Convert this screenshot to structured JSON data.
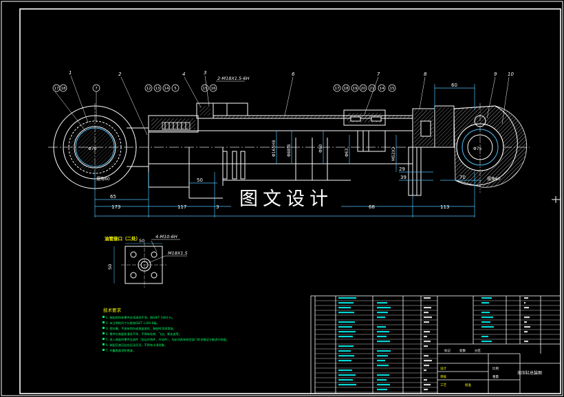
{
  "drawing": {
    "callouts_top": [
      "1",
      "2",
      "4",
      "3",
      "6",
      "7",
      "8",
      "9",
      "10"
    ],
    "callouts_left": [
      "17",
      "18",
      "7",
      "12",
      "13",
      "14",
      "5",
      "15",
      "16"
    ],
    "callouts_right": [
      "17",
      "18",
      "19",
      "20",
      "21",
      "14",
      "15"
    ],
    "thread_label": "2-M18X1.5-6H",
    "dims_bottom": [
      "65",
      "173",
      "117",
      "3",
      "68",
      "113"
    ],
    "dims_misc": [
      "60",
      "50",
      "70",
      "39",
      "29",
      "Φ70",
      "Φ75"
    ],
    "dims_vertical": [
      "Φ165H8",
      "Φ88f8",
      "Φ90",
      "M52X2",
      "Φ63"
    ],
    "angle_label": "摆角60",
    "angle_label_right": "摆角60"
  },
  "watermark": "图文设计",
  "port_detail": {
    "title": "油管接口（二处）",
    "thread": "4-M10-6H",
    "port_thread": "M18X1.5",
    "dim_width": "50",
    "dim_height": "50"
  },
  "notes": {
    "title": "技术要求",
    "lines": [
      "1. 装配前所有零件必须清洗干净，按GB/T 1804-m。",
      "2. 未注明的尺寸公差按GB/T 1184-K级。",
      "3. 密封圈，不准有划伤或扭曲变形，装配时涂润滑油。",
      "4. 零件在装配前清洗干净，不得有毛刺、飞边、氧化皮等。",
      "5. 进入装配的零件及部件（包括外购件、外协件），均必须具有检验部门的合格证方能进行装配。",
      "6. 装配后液压缸应运动灵活，不得有卡滞现象。",
      "7. 外露表面涂防锈漆。"
    ]
  },
  "title_block": {
    "title": "液压缸总装图",
    "cells": [
      "标记",
      "处数",
      "分区",
      "设计",
      "审核",
      "工艺",
      "批准",
      "比例",
      "重量"
    ]
  },
  "colors": {
    "background": "#000000",
    "line": "#ffffff",
    "center": "#dddddd",
    "dimension": "#4fc3ff",
    "text_cyan": "#00ffff",
    "text_red": "#ff3b3b",
    "text_yellow": "#ffff00",
    "text_green": "#00ff66"
  }
}
